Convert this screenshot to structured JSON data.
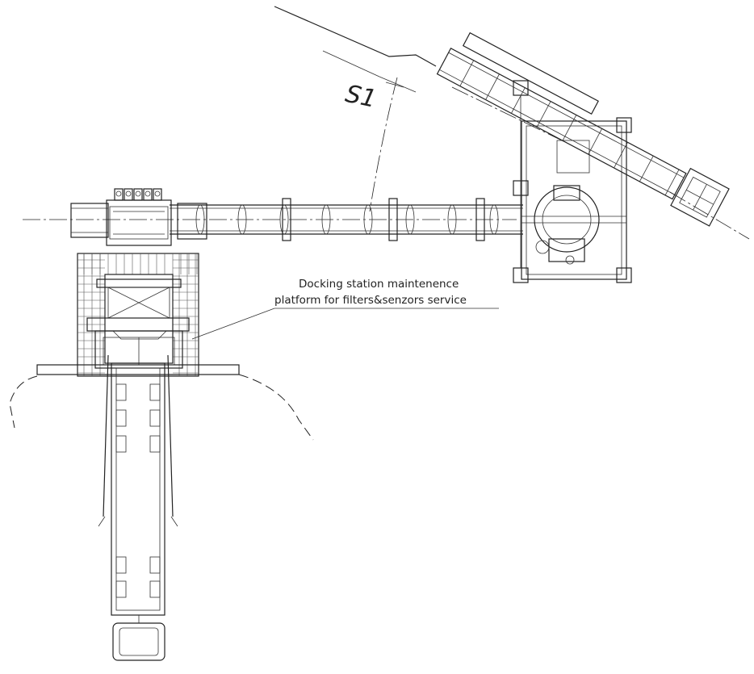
{
  "section_mark": "S1",
  "callout": {
    "line1": "Docking station maintenence",
    "line2": "platform for filters&senzors service"
  }
}
